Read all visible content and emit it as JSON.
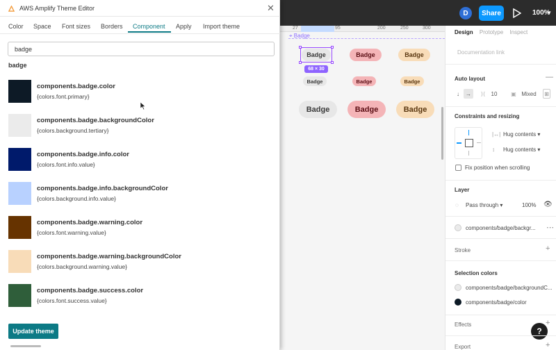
{
  "topbar": {
    "avatar_initial": "D",
    "share_label": "Share",
    "zoom": "100%"
  },
  "canvas": {
    "frame_label": "Badge",
    "ruler_ticks": [
      "27",
      "95",
      "200",
      "250",
      "300"
    ],
    "badge_label": "Badge",
    "selection_size": "68 × 30",
    "colors": {
      "neutral": "#e7e7e7",
      "error": "#f4b4b7",
      "warning": "#f8dcb8",
      "selection": "#9747ff"
    }
  },
  "right_panel": {
    "tabs": [
      "Design",
      "Prototype",
      "Inspect"
    ],
    "documentation_link": "Documentation link",
    "auto_layout": {
      "title": "Auto layout",
      "spacing": "10",
      "padding": "Mixed"
    },
    "constraints": {
      "title": "Constraints and resizing",
      "width": "Hug contents",
      "height": "Hug contents",
      "fix_position": "Fix position when scrolling"
    },
    "layer": {
      "title": "Layer",
      "blend": "Pass through",
      "opacity": "100%"
    },
    "fill_style": "components/badge/backgr...",
    "stroke_title": "Stroke",
    "selection_colors": {
      "title": "Selection colors",
      "items": [
        {
          "name": "components/badge/backgroundC...",
          "color": "#ebebeb"
        },
        {
          "name": "components/badge/color",
          "color": "#0d1a26"
        }
      ]
    },
    "effects_title": "Effects",
    "export_title": "Export",
    "help": "?"
  },
  "plugin": {
    "title": "AWS Amplify Theme Editor",
    "tabs": [
      "Color",
      "Space",
      "Font sizes",
      "Borders",
      "Component",
      "Apply",
      "Import theme"
    ],
    "active_tab": "Component",
    "search_value": "badge",
    "group_label": "badge",
    "tokens": [
      {
        "name": "components.badge.color",
        "value": "{colors.font.primary}",
        "swatch": "#0d1a26"
      },
      {
        "name": "components.badge.backgroundColor",
        "value": "{colors.background.tertiary}",
        "swatch": "#ebebeb"
      },
      {
        "name": "components.badge.info.color",
        "value": "{colors.font.info.value}",
        "swatch": "#001a6b"
      },
      {
        "name": "components.badge.info.backgroundColor",
        "value": "{colors.background.info.value}",
        "swatch": "#b8d1ff"
      },
      {
        "name": "components.badge.warning.color",
        "value": "{colors.font.warning.value}",
        "swatch": "#663300"
      },
      {
        "name": "components.badge.warning.backgroundColor",
        "value": "{colors.background.warning.value}",
        "swatch": "#f8dcb8"
      },
      {
        "name": "components.badge.success.color",
        "value": "{colors.font.success.value}",
        "swatch": "#2f5e3a"
      }
    ],
    "update_button": "Update theme",
    "accent": "#0c7a85"
  }
}
